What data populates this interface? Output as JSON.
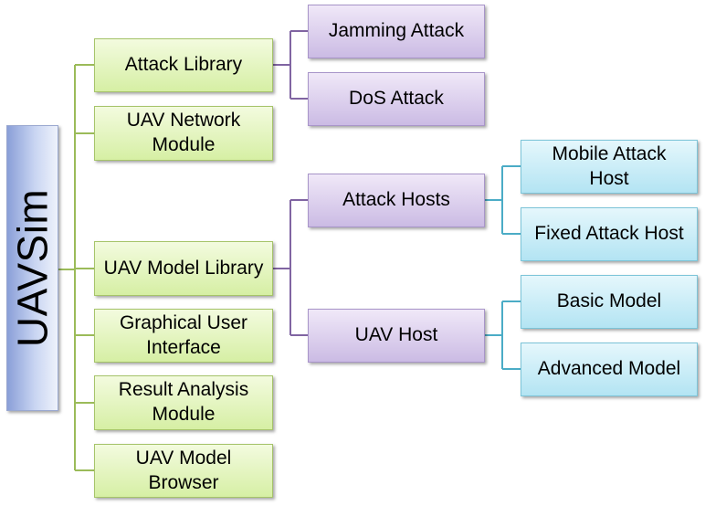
{
  "diagram": {
    "root": {
      "label": "UAVSim"
    },
    "modules": [
      {
        "label": "Attack Library"
      },
      {
        "label": "UAV Network Module"
      },
      {
        "label": "UAV Model Library"
      },
      {
        "label": "Graphical User Interface"
      },
      {
        "label": "Result Analysis Module"
      },
      {
        "label": "UAV Model Browser"
      }
    ],
    "attack_types": [
      {
        "label": "Jamming Attack"
      },
      {
        "label": "DoS Attack"
      }
    ],
    "hosts": [
      {
        "label": "Attack Hosts"
      },
      {
        "label": "UAV Host"
      }
    ],
    "attack_host_types": [
      {
        "label": "Mobile Attack Host"
      },
      {
        "label": "Fixed Attack Host"
      }
    ],
    "uav_host_models": [
      {
        "label": "Basic Model"
      },
      {
        "label": "Advanced Model"
      }
    ],
    "colors": {
      "level1_connector": "#9bbb59",
      "level2_connector": "#8064a2",
      "level3_connector": "#4bacc6"
    }
  }
}
